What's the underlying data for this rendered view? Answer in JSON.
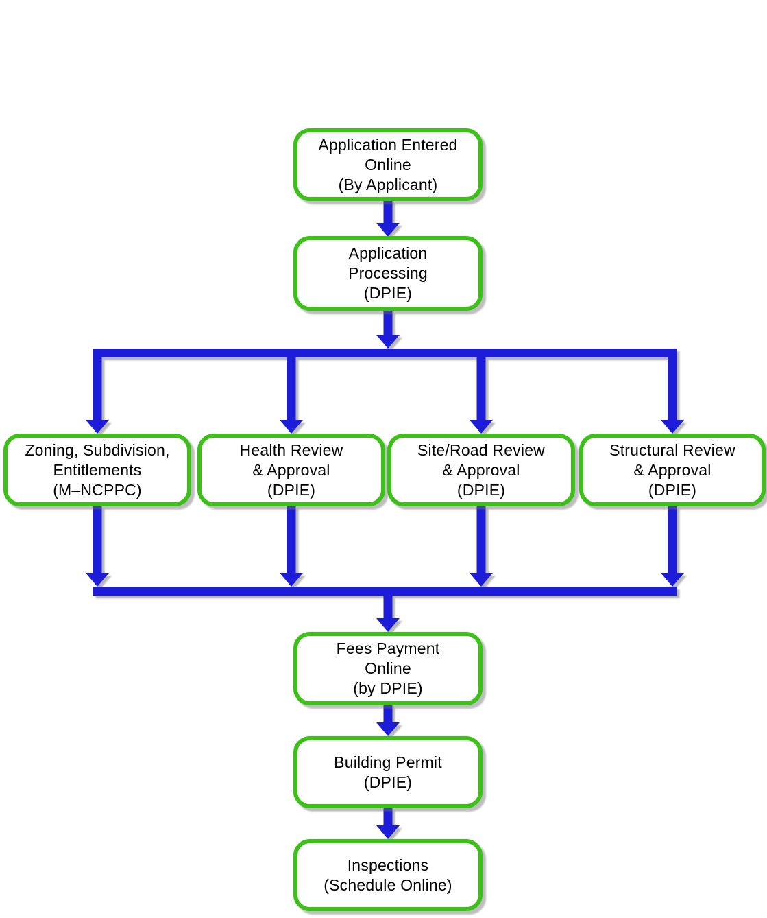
{
  "diagram": {
    "description": "Building permit process flowchart",
    "nodes": {
      "app_entry": {
        "label": "Application Entered\nOnline\n(By Applicant)"
      },
      "app_processing": {
        "label": "Application\nProcessing\n(DPIE)"
      },
      "zoning": {
        "label": "Zoning, Subdivision,\nEntitlements\n(M–NCPPC)"
      },
      "health": {
        "label": "Health Review\n& Approval\n(DPIE)"
      },
      "site_road": {
        "label": "Site/Road Review\n& Approval\n(DPIE)"
      },
      "structural": {
        "label": "Structural Review\n& Approval\n(DPIE)"
      },
      "fees": {
        "label": "Fees Payment\nOnline\n(by DPIE)"
      },
      "building_permit": {
        "label": "Building Permit\n(DPIE)"
      },
      "inspections": {
        "label": "Inspections\n(Schedule Online)"
      }
    },
    "flow": [
      [
        "app_entry",
        "app_processing"
      ],
      [
        "app_processing",
        "zoning"
      ],
      [
        "app_processing",
        "health"
      ],
      [
        "app_processing",
        "site_road"
      ],
      [
        "app_processing",
        "structural"
      ],
      [
        "zoning",
        "fees"
      ],
      [
        "health",
        "fees"
      ],
      [
        "site_road",
        "fees"
      ],
      [
        "structural",
        "fees"
      ],
      [
        "fees",
        "building_permit"
      ],
      [
        "building_permit",
        "inspections"
      ]
    ],
    "colors": {
      "node_border": "#3dc01a",
      "node_fill": "#ffffff",
      "connector": "#1a1ad9",
      "text": "#000000",
      "background": "#ffffff"
    }
  }
}
